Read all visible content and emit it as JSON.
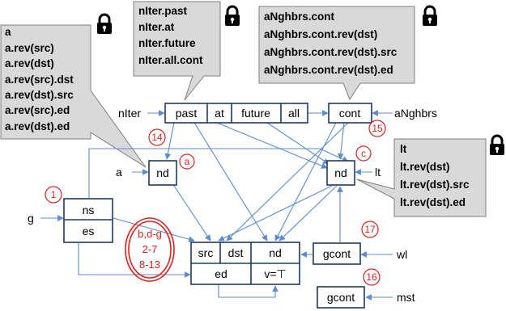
{
  "callouts": {
    "left": [
      "a",
      "a.rev(src)",
      "a.rev(dst)",
      "a.rev(src).dst",
      "a.rev(dst).src",
      "a.rev(src).ed",
      "a.rev(dst).ed"
    ],
    "top": [
      "nIter.past",
      "nIter.at",
      "nIter.future",
      "nIter.all.cont"
    ],
    "right_top": [
      "aNghbrs.cont",
      "aNghbrs.cont.rev(dst)",
      "aNghbrs.cont.rev(dst).src",
      "aNghbrs.cont.rev(dst).ed"
    ],
    "right_mid": [
      "lt",
      "lt.rev(dst)",
      "lt.rev(dst).src",
      "lt.rev(dst).ed"
    ]
  },
  "nodes": {
    "niter": {
      "cells": [
        "past",
        "at",
        "future",
        "all"
      ]
    },
    "cont": "cont",
    "nd_a": "nd",
    "nd_c": "nd",
    "ns": "ns",
    "es": "es",
    "edge": {
      "top": [
        "src",
        "dst",
        "nd"
      ],
      "bottom": [
        "ed",
        "v=⊤"
      ]
    },
    "gcont1": "gcont",
    "gcont2": "gcont"
  },
  "labels": {
    "nIter": "nIter",
    "aNghbrs": "aNghbrs",
    "a": "a",
    "lt": "lt",
    "g": "g",
    "wl": "wl",
    "mst": "mst"
  },
  "badges": {
    "n14": "14",
    "n15": "15",
    "a": "a",
    "c": "c",
    "n1": "1",
    "n17": "17",
    "n16": "16"
  },
  "note": [
    "b,d-g",
    "2-7",
    "8-13"
  ],
  "icons": [
    "lock-icon",
    "lock-icon",
    "lock-icon",
    "lock-icon"
  ],
  "colors": {
    "edge": "#5b8bd0",
    "badge": "#e0201c",
    "box": "#1f3864",
    "callout": "#d9d9d9"
  }
}
